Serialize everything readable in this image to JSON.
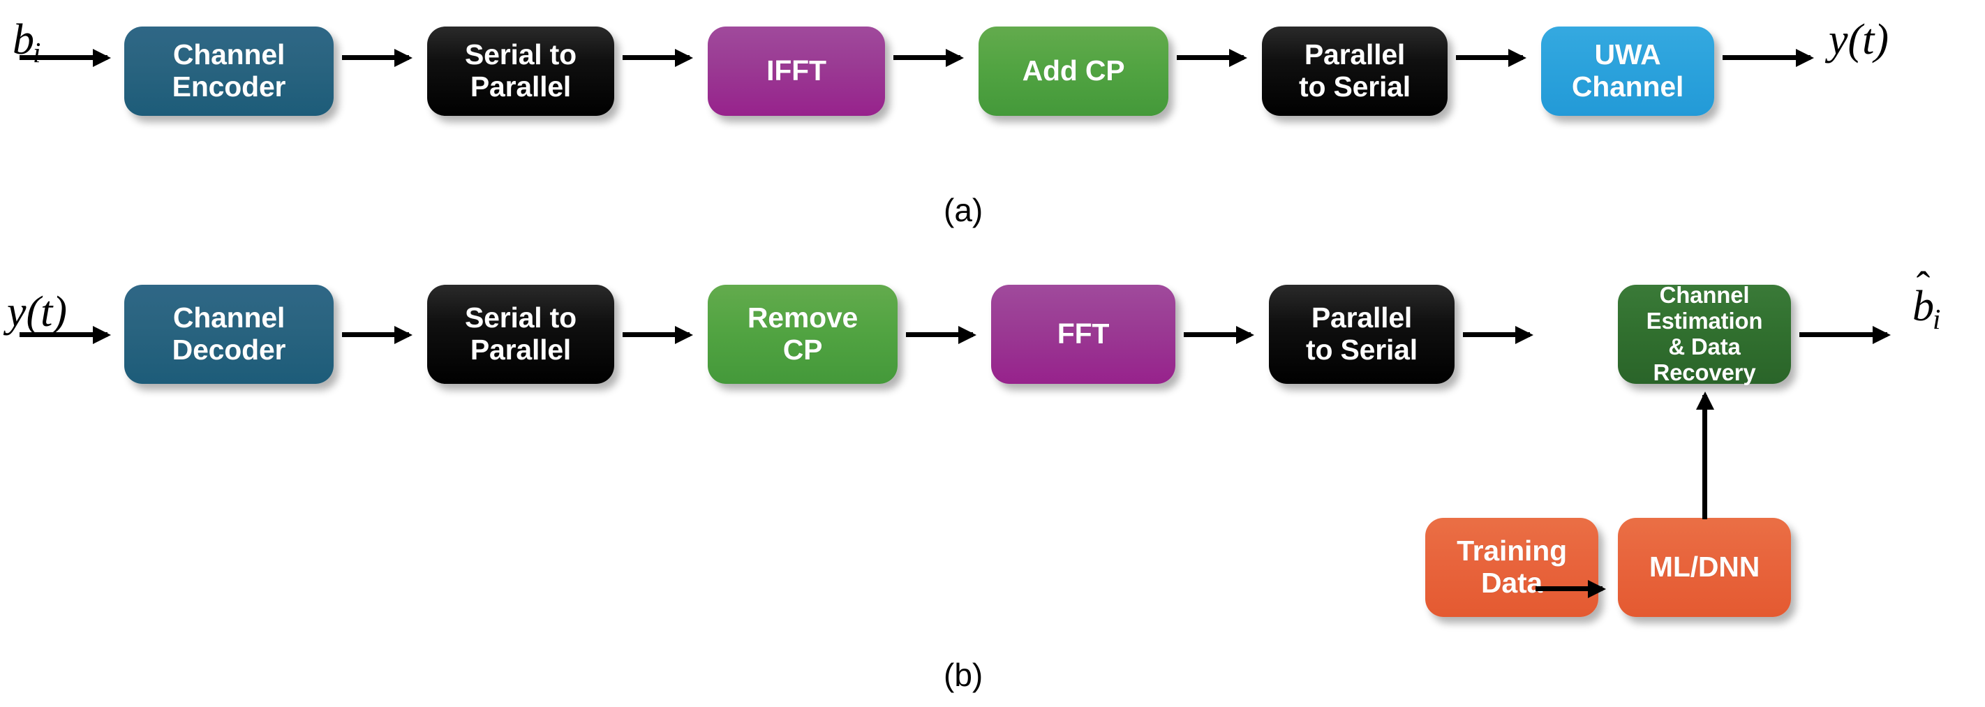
{
  "figure": {
    "type": "block-diagram",
    "background": "#ffffff",
    "panels": [
      {
        "id": "a",
        "caption": "(a)",
        "description": "OFDM transmitter chain"
      },
      {
        "id": "b",
        "caption": "(b)",
        "description": "OFDM receiver chain with ML/DNN aided channel estimation"
      }
    ]
  },
  "colors": {
    "teal": "#2a6480",
    "black": "#101010",
    "purple": "#9a3a93",
    "green": "#52a442",
    "blue": "#2ba2dc",
    "dark_green": "#31702f",
    "orange": "#e8643c",
    "arrow": "#000000",
    "text_on_block": "#ffffff"
  },
  "panel_a": {
    "caption": "(a)",
    "input_label": {
      "base": "b",
      "sub": "i",
      "hat": false
    },
    "output_label": {
      "text": "y(t)",
      "hat": false
    },
    "blocks": [
      {
        "id": "channel-encoder",
        "label": "Channel\nEncoder",
        "color": "teal"
      },
      {
        "id": "serial-to-parallel",
        "label": "Serial to\nParallel",
        "color": "black"
      },
      {
        "id": "ifft",
        "label": "IFFT",
        "color": "purple"
      },
      {
        "id": "add-cp",
        "label": "Add CP",
        "color": "green"
      },
      {
        "id": "parallel-to-serial",
        "label": "Parallel\nto Serial",
        "color": "black"
      },
      {
        "id": "uwa-channel",
        "label": "UWA\nChannel",
        "color": "blue"
      }
    ]
  },
  "panel_b": {
    "caption": "(b)",
    "input_label": {
      "text": "y(t)",
      "hat": false
    },
    "output_label": {
      "base": "b",
      "sub": "i",
      "hat": true
    },
    "blocks": [
      {
        "id": "channel-decoder",
        "label": "Channel\nDecoder",
        "color": "teal"
      },
      {
        "id": "serial-to-parallel",
        "label": "Serial to\nParallel",
        "color": "black"
      },
      {
        "id": "remove-cp",
        "label": "Remove\nCP",
        "color": "green"
      },
      {
        "id": "fft",
        "label": "FFT",
        "color": "purple"
      },
      {
        "id": "parallel-to-serial",
        "label": "Parallel\nto Serial",
        "color": "black"
      },
      {
        "id": "channel-estimation",
        "label": "Channel\nEstimation\n& Data\nRecovery",
        "color": "dark_green"
      }
    ],
    "training_branch": [
      {
        "id": "training-data",
        "label": "Training\nData",
        "color": "orange"
      },
      {
        "id": "ml-dnn",
        "label": "ML/DNN",
        "color": "orange"
      }
    ]
  }
}
